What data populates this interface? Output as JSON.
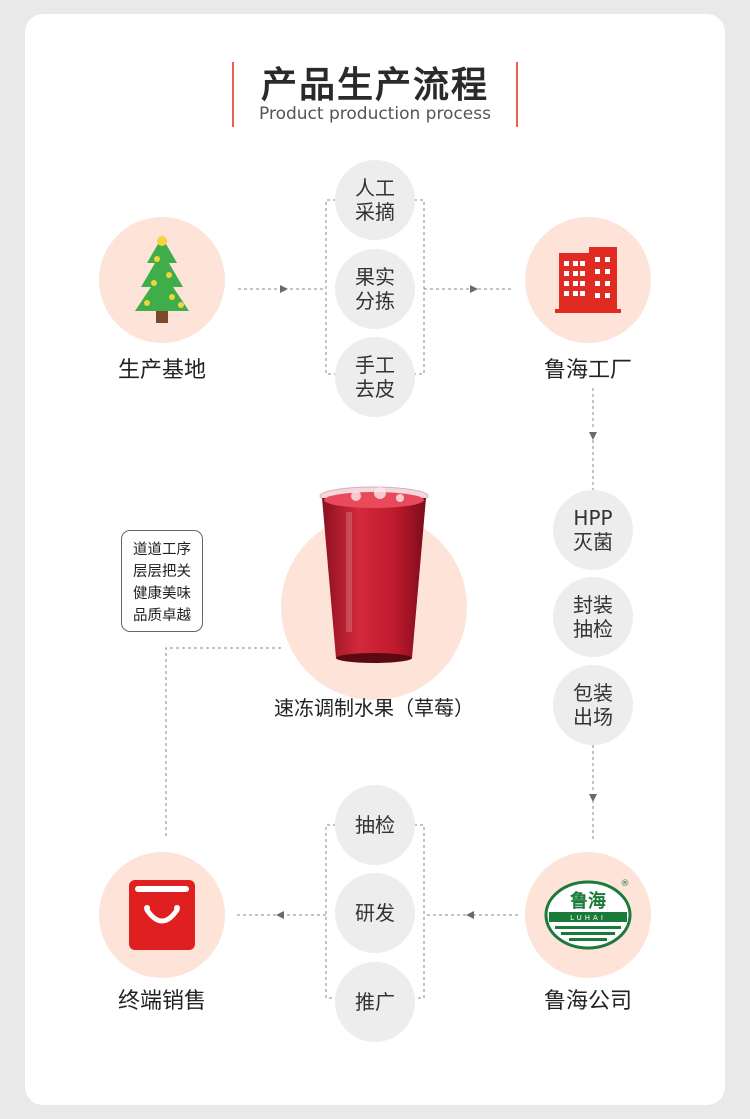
{
  "header": {
    "title": "产品生产流程",
    "subtitle": "Product production process"
  },
  "nodes": {
    "base": {
      "label": "生产基地",
      "icon": "tree-icon"
    },
    "factory": {
      "label": "鲁海工厂",
      "icon": "building-icon"
    },
    "fruit": {
      "label": "速冻调制水果（草莓）",
      "icon": "drink-cup-image"
    },
    "company": {
      "label": "鲁海公司",
      "icon": "luhai-logo",
      "logo_text": "鲁海",
      "logo_sub": "LUHAI",
      "logo_mark": "®"
    },
    "retail": {
      "label": "终端销售",
      "icon": "shopping-bag-icon"
    }
  },
  "steps_top": [
    {
      "line1": "人工",
      "line2": "采摘"
    },
    {
      "line1": "果实",
      "line2": "分拣"
    },
    {
      "line1": "手工",
      "line2": "去皮"
    }
  ],
  "steps_right": [
    {
      "line1": "HPP",
      "line2": "灭菌"
    },
    {
      "line1": "封装",
      "line2": "抽检"
    },
    {
      "line1": "包装",
      "line2": "出场"
    }
  ],
  "steps_bottom": [
    {
      "line1": "抽检"
    },
    {
      "line1": "研发"
    },
    {
      "line1": "推广"
    }
  ],
  "note": {
    "lines": [
      "道道工序",
      "层层把关",
      "健康美味",
      "品质卓越"
    ]
  },
  "colors": {
    "accent": "#e8614f",
    "circle_bg": "#fde3d8",
    "step_bg": "#ededed",
    "logo_green": "#1a7a3a",
    "bag_red": "#e02020"
  }
}
